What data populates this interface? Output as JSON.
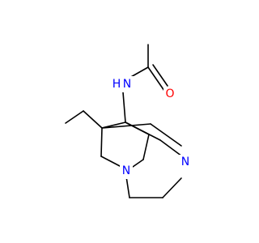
{
  "molecule": {
    "atoms": [
      {
        "id": "amide_n",
        "label": "N",
        "color": "#0000ff"
      },
      {
        "id": "h_on_n",
        "label": "H",
        "color": "#0000ff"
      },
      {
        "id": "carbonyl_o",
        "label": "O",
        "color": "#ff0000"
      },
      {
        "id": "bridgehead_n_bottom",
        "label": "N",
        "color": "#0000ff"
      },
      {
        "id": "bridgehead_n_right",
        "label": "N",
        "color": "#0000ff"
      }
    ],
    "bond_color": "#000000",
    "background": "#ffffff"
  }
}
